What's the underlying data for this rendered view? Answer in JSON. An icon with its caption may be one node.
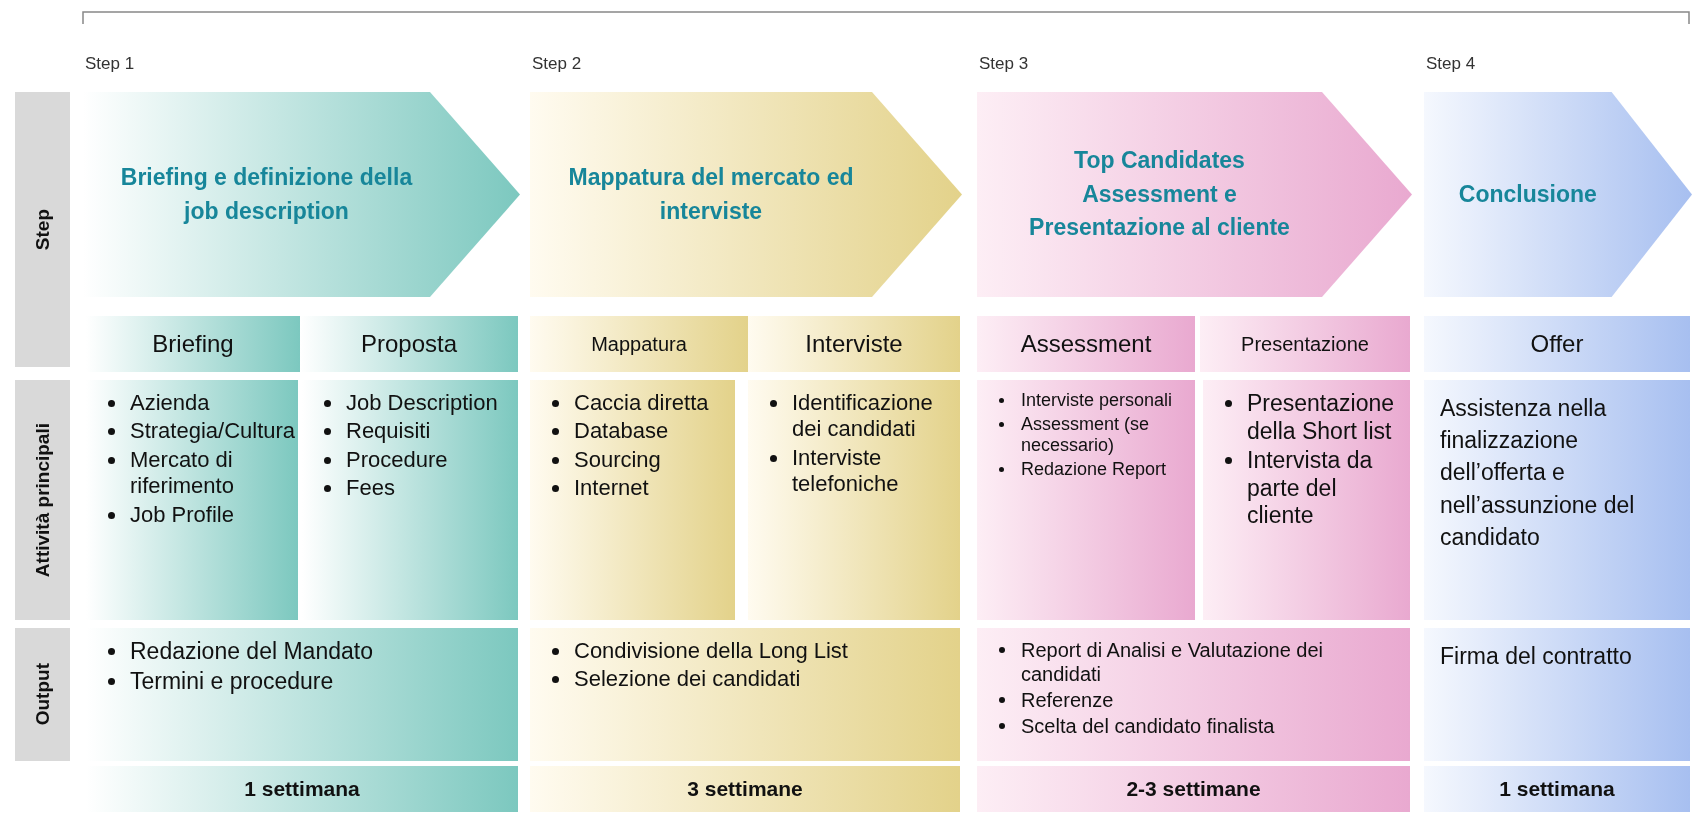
{
  "diagram": {
    "nodes": [
      {
        "text": [
          "Step"
        ]
      },
      {
        "text": [
          "Briefing e definizione della job description"
        ],
        "beside": [
          "Step 1"
        ]
      },
      {
        "text": [
          "Mappatura del mercato ed interviste"
        ],
        "beside": [
          "Step 2"
        ]
      },
      {
        "text": [
          "Top Candidates Assessment e Presentazione al cliente"
        ],
        "beside": [
          "Step 3"
        ]
      },
      {
        "text": [
          "Conclusione"
        ],
        "beside": [
          "Step 4"
        ]
      },
      {
        "text": [
          "Briefing"
        ]
      },
      {
        "text": [
          "Proposta"
        ]
      },
      {
        "text": [
          "Mappatura"
        ]
      },
      {
        "text": [
          "Interviste"
        ]
      },
      {
        "text": [
          "Assessment"
        ]
      },
      {
        "text": [
          "Presentazione"
        ]
      },
      {
        "text": [
          "Offer"
        ]
      },
      {
        "text": [
          "Attività principali"
        ]
      },
      {
        "text": [
          "Azienda",
          "Strategia/Cultura",
          "Mercato di riferimento",
          "Job Profile"
        ]
      },
      {
        "text": [
          "Job Description",
          "Requisiti",
          "Procedure",
          "Fees"
        ]
      },
      {
        "text": [
          "Caccia diretta",
          "Database",
          "Sourcing",
          "Internet"
        ]
      },
      {
        "text": [
          "Identificazione dei candidati",
          "Interviste telefoniche"
        ]
      },
      {
        "text": [
          "Interviste personali",
          "Assessment (se necessario)",
          "Redazione Report"
        ]
      },
      {
        "text": [
          "Presentazione della Short list",
          "Intervista da parte del cliente"
        ]
      },
      {
        "text": [
          "Assistenza nella finalizzazione dell’offerta e nell’assunzione del candidato"
        ]
      },
      {
        "text": [
          "Output"
        ]
      },
      {
        "text": [
          "Redazione del Mandato",
          "Termini e procedure"
        ]
      },
      {
        "text": [
          "Condivisione della Long List",
          "Selezione dei candidati"
        ]
      },
      {
        "text": [
          "Report di Analisi e Valutazione dei candidati",
          "Referenze",
          "Scelta del candidato finalista"
        ]
      },
      {
        "text": [
          "Firma del contratto"
        ]
      },
      {
        "text": [
          "1 settimana"
        ]
      },
      {
        "text": [
          "3 settimane"
        ]
      },
      {
        "text": [
          "2-3 settimane"
        ]
      },
      {
        "text": [
          "1 settimana"
        ]
      }
    ]
  }
}
